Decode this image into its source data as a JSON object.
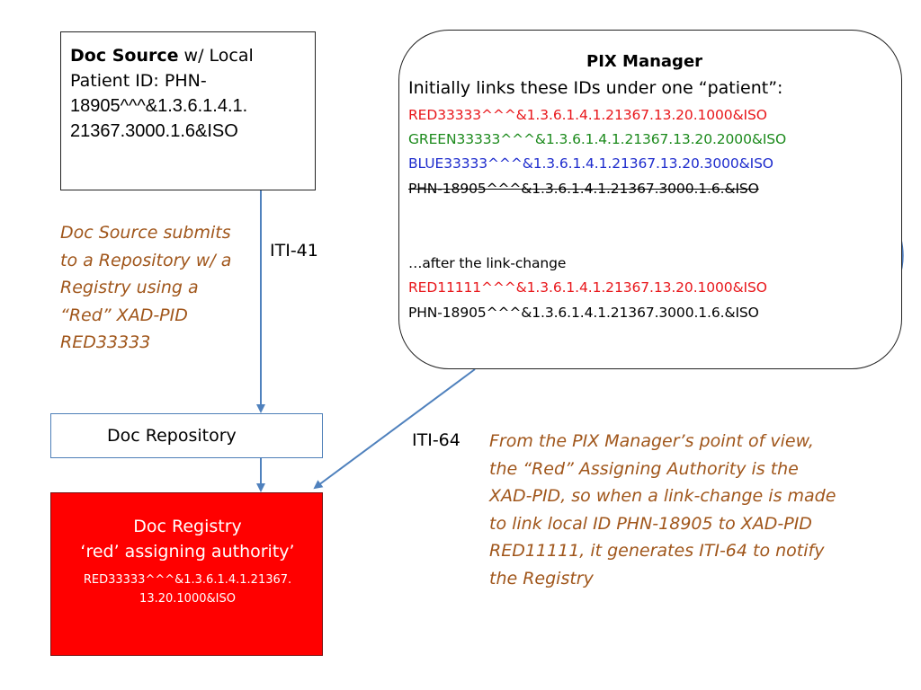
{
  "doc_source": {
    "title": "Doc Source",
    "after_title": " w/ Local",
    "line2": "Patient ID:  PHN-",
    "line3": "18905^^^&1.3.6.1.4.1.",
    "line4": "21367.3000.1.6&ISO"
  },
  "pix_manager": {
    "title": "PIX Manager",
    "intro": "Initially links these IDs under one “patient”:",
    "initial_ids": [
      {
        "text": "RED33333^^^&1.3.6.1.4.1.21367.13.20.1000&ISO",
        "color": "#e8171b"
      },
      {
        "text": "GREEN33333^^^&1.3.6.1.4.1.21367.13.20.2000&ISO",
        "color": "#1c8a1c"
      },
      {
        "text": "BLUE33333^^^&1.3.6.1.4.1.21367.13.20.3000&ISO",
        "color": "#1e2ccd"
      },
      {
        "text": "PHN-18905^^^&1.3.6.1.4.1.21367.3000.1.6.&ISO",
        "color": "#000000",
        "strikethrough": true
      }
    ],
    "after_heading": "…after the link-change",
    "after_ids": [
      {
        "text": "RED11111^^^&1.3.6.1.4.1.21367.13.20.1000&ISO",
        "color": "#e8171b"
      },
      {
        "text": "PHN-18905^^^&1.3.6.1.4.1.21367.3000.1.6.&ISO",
        "color": "#000000"
      }
    ]
  },
  "note_left": {
    "lines": [
      "Doc Source submits",
      "to a Repository w/ a",
      "Registry using a",
      "“Red” XAD-PID",
      "RED33333"
    ]
  },
  "iti41": "ITI-41",
  "iti64": "ITI-64",
  "note_right": {
    "lines": [
      "From the PIX Manager’s point of view,",
      "the “Red” Assigning Authority is the",
      "XAD-PID, so when a link-change is made",
      "to link local ID PHN-18905 to XAD-PID",
      "RED11111, it generates ITI-64 to notify",
      "the Registry"
    ]
  },
  "doc_repository": {
    "label": "Doc Repository"
  },
  "doc_registry": {
    "title": "Doc Registry",
    "subtitle": "‘red’ assigning authority’",
    "id_line1": "RED33333^^^&1.3.6.1.4.1.21367.",
    "id_line2": "13.20.1000&ISO"
  },
  "colors": {
    "accent_red": "#ff0000",
    "note_orange": "#a0561b",
    "arrow_blue": "#4f81bd"
  }
}
